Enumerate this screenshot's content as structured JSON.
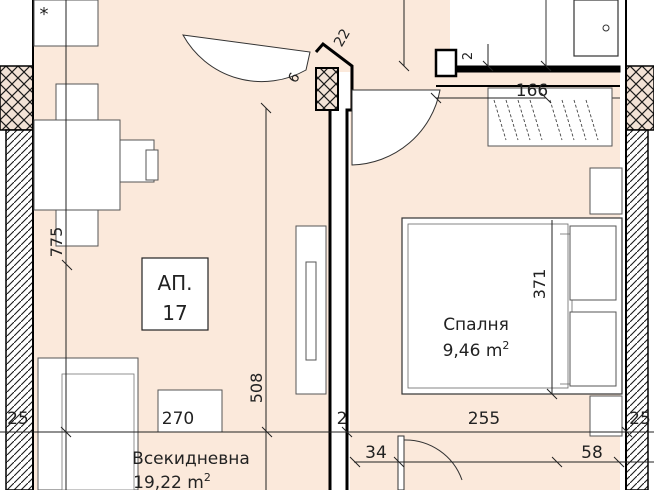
{
  "colors": {
    "floor": "#fbe9db",
    "wall": "#000000",
    "hatch": "#f2e2d6",
    "furniture": "#ffffff",
    "line": "#333333"
  },
  "apartment": {
    "prefix": "АП.",
    "number": "17"
  },
  "rooms": {
    "living": {
      "name": "Всекидневна",
      "area": "19,22 m",
      "sup": "2"
    },
    "bedroom": {
      "name": "Спалня",
      "area": "9,46 m",
      "sup": "2"
    }
  },
  "dimensions": {
    "d166": "166",
    "d775": "775",
    "d508": "508",
    "d371": "371",
    "d270": "270",
    "d255": "255",
    "d25_left": "25",
    "d25_right": "25",
    "d2": "2",
    "d34": "34",
    "d58": "58",
    "d6": "6",
    "d22": "22",
    "d2_top": "2"
  },
  "marks": {
    "asterisk": "*"
  }
}
